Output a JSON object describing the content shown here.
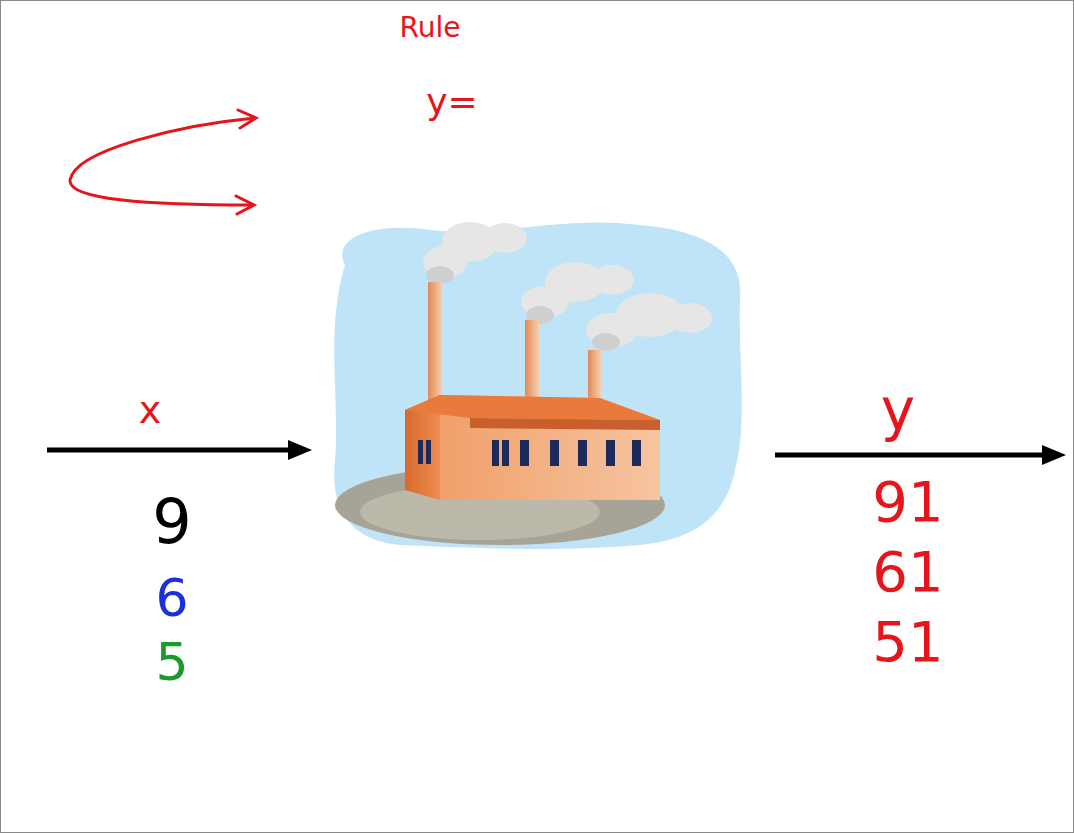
{
  "diagram": {
    "title": "Rule",
    "labels": [
      "y=",
      "x",
      "9",
      "6",
      "5",
      "y",
      "91",
      "61",
      "51"
    ]
  }
}
